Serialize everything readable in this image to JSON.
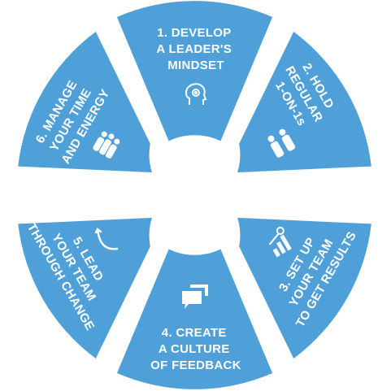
{
  "diagram": {
    "colors": {
      "segment": "#4fa0d8",
      "gap": "#ffffff",
      "text": "#ffffff"
    },
    "segments": [
      {
        "lines": [
          "1. DEVELOP",
          "A LEADER'S",
          "MINDSET"
        ],
        "icon": "head-gear-icon"
      },
      {
        "lines": [
          "2. HOLD",
          "REGULAR",
          "1-ON-1s"
        ],
        "icon": "two-people-icon"
      },
      {
        "lines": [
          "3. SET UP",
          "YOUR TEAM",
          "TO GET RESULTS"
        ],
        "icon": "bar-chart-target-icon"
      },
      {
        "lines": [
          "4. CREATE",
          "A CULTURE",
          "OF FEEDBACK"
        ],
        "icon": "speech-bubbles-icon"
      },
      {
        "lines": [
          "5. LEAD",
          "YOUR TEAM",
          "THROUGH CHANGE"
        ],
        "icon": "change-curve-icon"
      },
      {
        "lines": [
          "6. MANAGE",
          "YOUR TIME",
          "AND ENERGY"
        ],
        "icon": "people-energy-icon"
      }
    ]
  }
}
